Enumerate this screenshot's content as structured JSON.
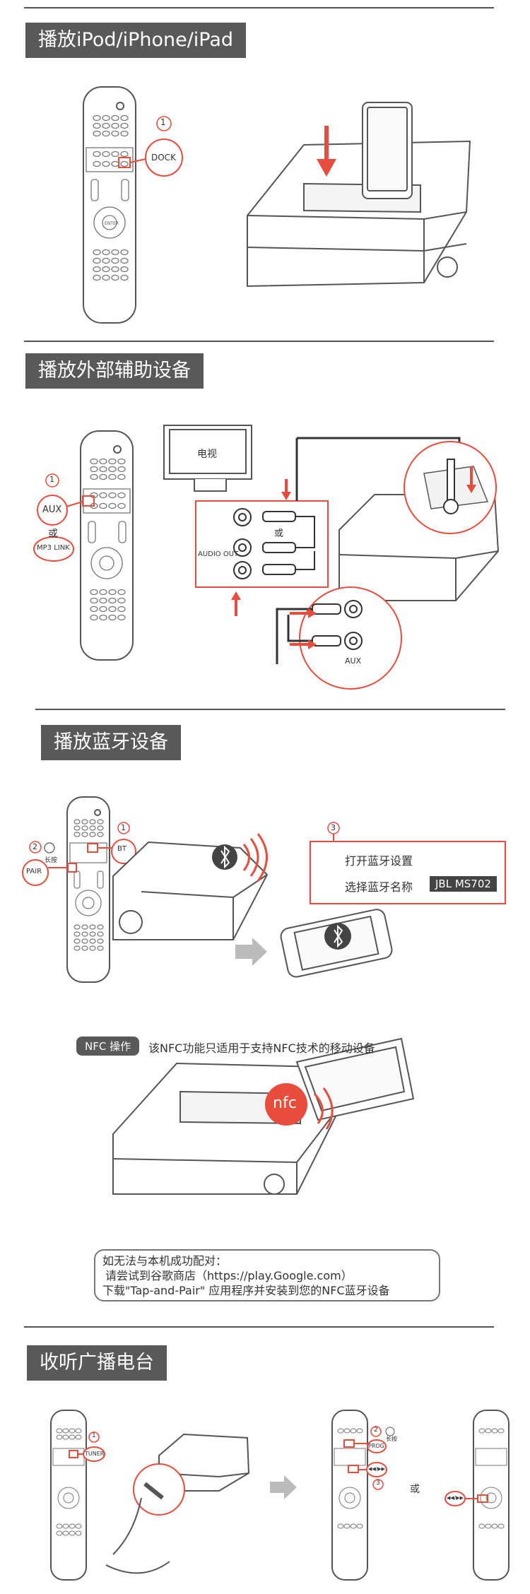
{
  "sections": {
    "ipod": {
      "title": "播放iPod/iPhone/iPad"
    },
    "aux": {
      "title": "播放外部辅助设备"
    },
    "bt": {
      "title": "播放蓝牙设备"
    },
    "radio": {
      "title": "收听广播电台"
    }
  },
  "ipod_labels": {
    "step": "1",
    "dock": "DOCK"
  },
  "aux_labels": {
    "step": "1",
    "aux": "AUX",
    "or": "或",
    "mp3link": "MP3 LINK",
    "tv": "电视",
    "or2": "或",
    "audio_out": "AUDIO OUT",
    "aux_port": "AUX"
  },
  "bt_labels": {
    "step1": "1",
    "bt": "BT",
    "step2": "2",
    "long_press": "长按",
    "pair": "PAIR",
    "step3": "3",
    "open_settings": "打开蓝牙设置",
    "select_name": "选择蓝牙名称",
    "device_name": "JBL MS702"
  },
  "nfc": {
    "tag": "NFC 操作",
    "desc": "该NFC功能只适用于支持NFC技术的移动设备",
    "badge": "nfc",
    "note_line1": "如无法与本机成功配对：",
    "note_line2": "请尝试到谷歌商店（https://play.Google.com）",
    "note_line3": "下载\"Tap-and-Pair\" 应用程序并安装到您的NFC蓝牙设备"
  },
  "radio_labels": {
    "step1": "1",
    "tuner": "TUNER",
    "step2": "2",
    "long_press": "长按",
    "prog": "PROG",
    "step3": "3",
    "skip": "◀◀/▶▶",
    "or": "或",
    "skip2": "◀◀/▶▶"
  },
  "colors": {
    "accent": "#e74c3c",
    "title_bg": "#595959"
  }
}
